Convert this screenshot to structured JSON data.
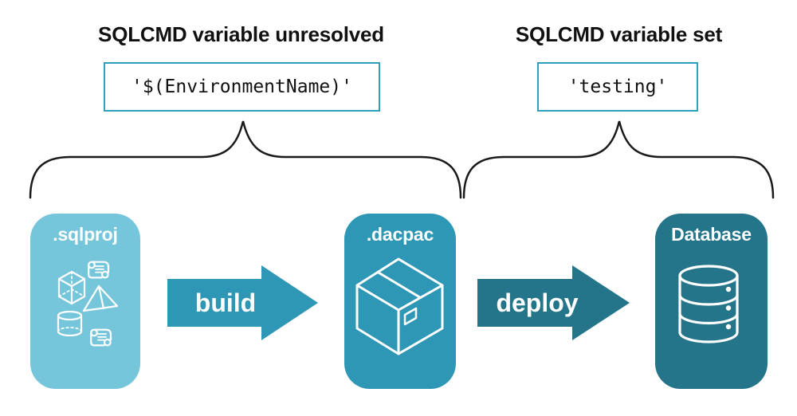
{
  "annotations": {
    "left": {
      "heading": "SQLCMD variable unresolved",
      "code": "'$(EnvironmentName)'"
    },
    "right": {
      "heading": "SQLCMD variable set",
      "code": "'testing'"
    }
  },
  "pipeline": {
    "nodes": [
      {
        "id": "sqlproj",
        "label": ".sqlproj",
        "color": "#76C6DB",
        "icon": "sql-source-objects-icon"
      },
      {
        "id": "dacpac",
        "label": ".dacpac",
        "color": "#2E97B5",
        "icon": "package-box-icon"
      },
      {
        "id": "database",
        "label": "Database",
        "color": "#24758A",
        "icon": "database-cylinder-icon"
      }
    ],
    "arrows": [
      {
        "label": "build",
        "color": "#2E97B5"
      },
      {
        "label": "deploy",
        "color": "#24758A"
      }
    ]
  },
  "colors": {
    "background": "#FFFFFF",
    "heading_text": "#111111",
    "code_text": "#111111",
    "code_box_border": "#2F9FBF",
    "brace_stroke": "#1A1A1A",
    "icon_stroke": "#FFFFFF"
  }
}
